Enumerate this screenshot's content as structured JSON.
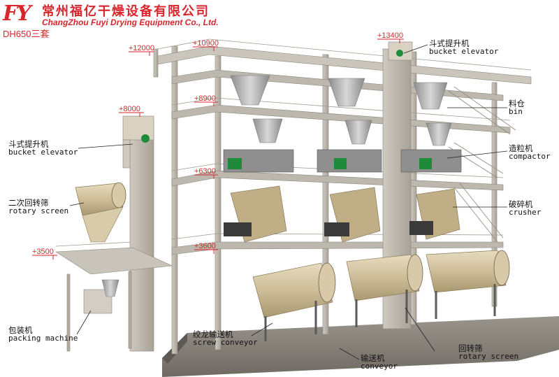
{
  "header": {
    "logo": "FY",
    "company_cn": "常州福亿干燥设备有限公司",
    "company_en": "ChangZhou Fuyi Drying Equipment Co., Ltd.",
    "model": "DH650三套"
  },
  "elevations": {
    "e12000": "+12000",
    "e10900": "+10900",
    "e13400": "+13400",
    "e8900": "+8900",
    "e8000": "+8000",
    "e6300": "+6300",
    "e3500": "+3500",
    "e3600": "+3600"
  },
  "labels": {
    "bucket_elevator_top": {
      "cn": "斗式提升机",
      "en": "bucket elevator"
    },
    "bin": {
      "cn": "料仓",
      "en": "bin"
    },
    "compactor": {
      "cn": "造粒机",
      "en": "compactor"
    },
    "crusher": {
      "cn": "破碎机",
      "en": "crusher"
    },
    "bucket_elevator_left": {
      "cn": "斗式提升机",
      "en": "bucket elevator"
    },
    "rotary_screen_secondary": {
      "cn": "二次回转筛",
      "en": "rotary screen"
    },
    "packing_machine": {
      "cn": "包装机",
      "en": "packing machine"
    },
    "screw_conveyor": {
      "cn": "绞龙输送机",
      "en": "screw conveyor"
    },
    "rotary_screen": {
      "cn": "回转筛",
      "en": "rotary screen"
    },
    "conveyor": {
      "cn": "输送机",
      "en": "conveyor"
    }
  },
  "colors": {
    "brand_red": "#d8262c",
    "drum": "#cfc09e",
    "frame": "#b9b3a8",
    "steel": "#a6a6a6",
    "motor_green": "#1f8a3a"
  }
}
